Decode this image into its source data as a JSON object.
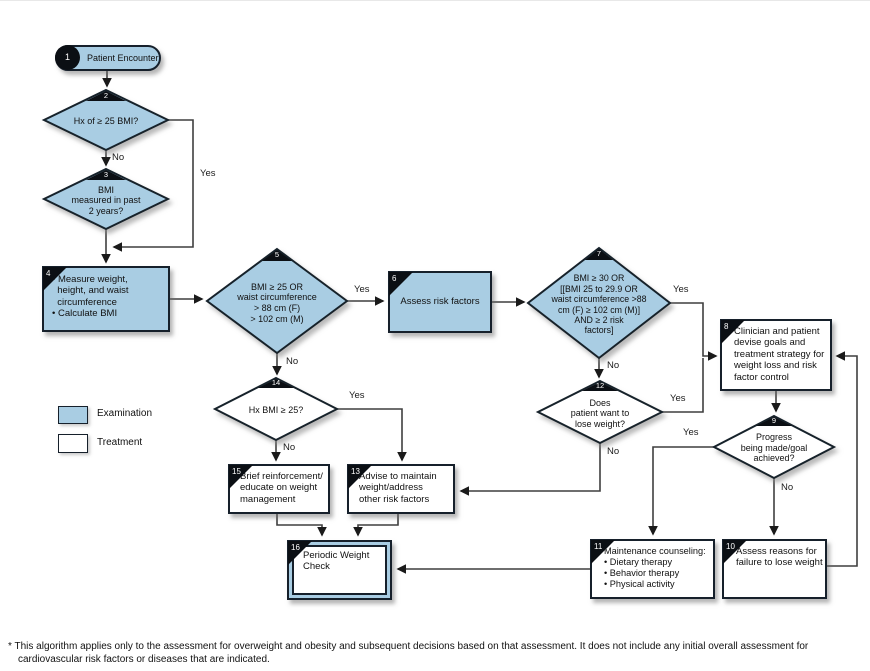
{
  "colors": {
    "examination": "#a9cde3",
    "treatment": "#ffffff",
    "border": "#16202b",
    "line": "#3f3f3f"
  },
  "nodes": {
    "n1": {
      "num": "1",
      "text": "Patient Encounter"
    },
    "n2": {
      "num": "2",
      "text": "Hx of ≥ 25 BMI?"
    },
    "n3": {
      "num": "3",
      "text": "BMI\nmeasured in past\n2 years?"
    },
    "n4": {
      "num": "4",
      "text": "• Measure weight,\n  height, and waist\n  circumference\n• Calculate BMI"
    },
    "n5": {
      "num": "5",
      "text": "BMI ≥ 25 OR\nwaist circumference\n> 88 cm (F)\n> 102 cm (M)"
    },
    "n6": {
      "num": "6",
      "text": "Assess risk factors"
    },
    "n7": {
      "num": "7",
      "text": "BMI ≥ 30 OR\n[[BMI 25 to 29.9 OR\nwaist circumference >88\ncm (F) ≥ 102 cm (M)]\nAND ≥ 2 risk\nfactors]"
    },
    "n8": {
      "num": "8",
      "text": "Clinician and patient\ndevise goals and\ntreatment strategy for\nweight loss and risk\nfactor control"
    },
    "n9": {
      "num": "9",
      "text": "Progress\nbeing made/goal\nachieved?"
    },
    "n10": {
      "num": "10",
      "text": "Assess reasons for\nfailure to lose weight"
    },
    "n11": {
      "num": "11",
      "text": "Maintenance counseling:\n• Dietary therapy\n• Behavior therapy\n• Physical activity"
    },
    "n12": {
      "num": "12",
      "text": "Does\npatient want to\nlose weight?"
    },
    "n13": {
      "num": "13",
      "text": "Advise to maintain\nweight/address\nother risk factors"
    },
    "n14": {
      "num": "14",
      "text": "Hx BMI ≥ 25?"
    },
    "n15": {
      "num": "15",
      "text": "Brief reinforcement/\neducate on weight\nmanagement"
    },
    "n16": {
      "num": "16",
      "text": "Periodic Weight\nCheck"
    }
  },
  "labels": {
    "e2_yes": "Yes",
    "e2_no": "No",
    "e5_yes": "Yes",
    "e5_no": "No",
    "e7_yes": "Yes",
    "e7_no": "No",
    "e9_yes": "Yes",
    "e9_no": "No",
    "e12_yes": "Yes",
    "e12_no": "No",
    "e14_yes": "Yes",
    "e14_no": "No"
  },
  "legend": {
    "examination": "Examination",
    "treatment": "Treatment"
  },
  "footnote": "* This algorithm applies only to the assessment for overweight and obesity and subsequent decisions based on that assessment.  It does not include any initial overall assessment for\ncardiovascular risk factors or diseases that are indicated."
}
